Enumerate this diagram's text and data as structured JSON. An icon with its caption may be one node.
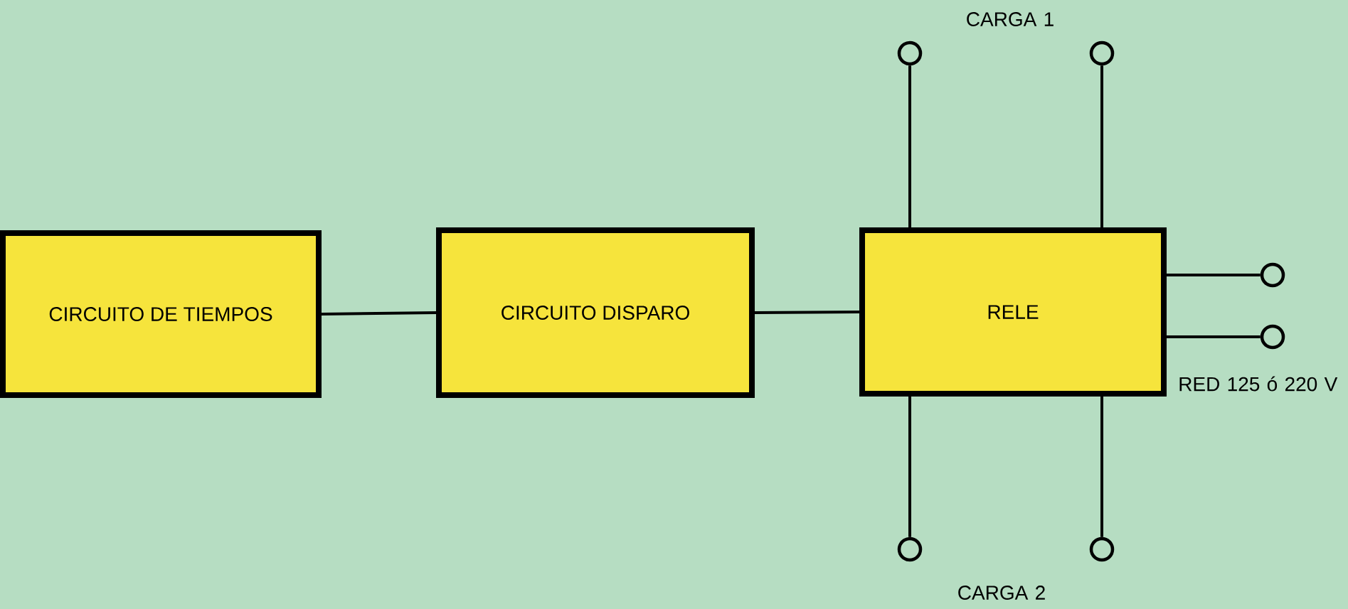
{
  "diagram": {
    "nodes": [
      {
        "text": [
          "CIRCUITO DE TIEMPOS"
        ]
      },
      {
        "text": [
          "CIRCUITO DISPARO"
        ]
      },
      {
        "text": [
          "RELE"
        ]
      },
      {
        "text": [],
        "shape": "circle"
      },
      {
        "text": [],
        "shape": "circle"
      },
      {
        "text": [],
        "shape": "circle"
      },
      {
        "text": [],
        "shape": "circle"
      },
      {
        "text": [],
        "shape": "circle"
      },
      {
        "text": [],
        "shape": "circle"
      }
    ],
    "edges": [
      {
        "from": 0,
        "to": 1,
        "arrow": "none"
      },
      {
        "from": 1,
        "to": 2,
        "arrow": "none"
      },
      {
        "from": 2,
        "to": 3,
        "arrow": "none"
      },
      {
        "from": 2,
        "to": 4,
        "arrow": "none"
      },
      {
        "from": 2,
        "to": 5,
        "arrow": "none"
      },
      {
        "from": 2,
        "to": 6,
        "arrow": "none"
      },
      {
        "from": 2,
        "to": 7,
        "arrow": "none"
      },
      {
        "from": 2,
        "to": 8,
        "arrow": "none"
      }
    ],
    "labels": [
      "CARGA 1",
      "RED 125 ó 220 V",
      "CARGA 2"
    ]
  }
}
